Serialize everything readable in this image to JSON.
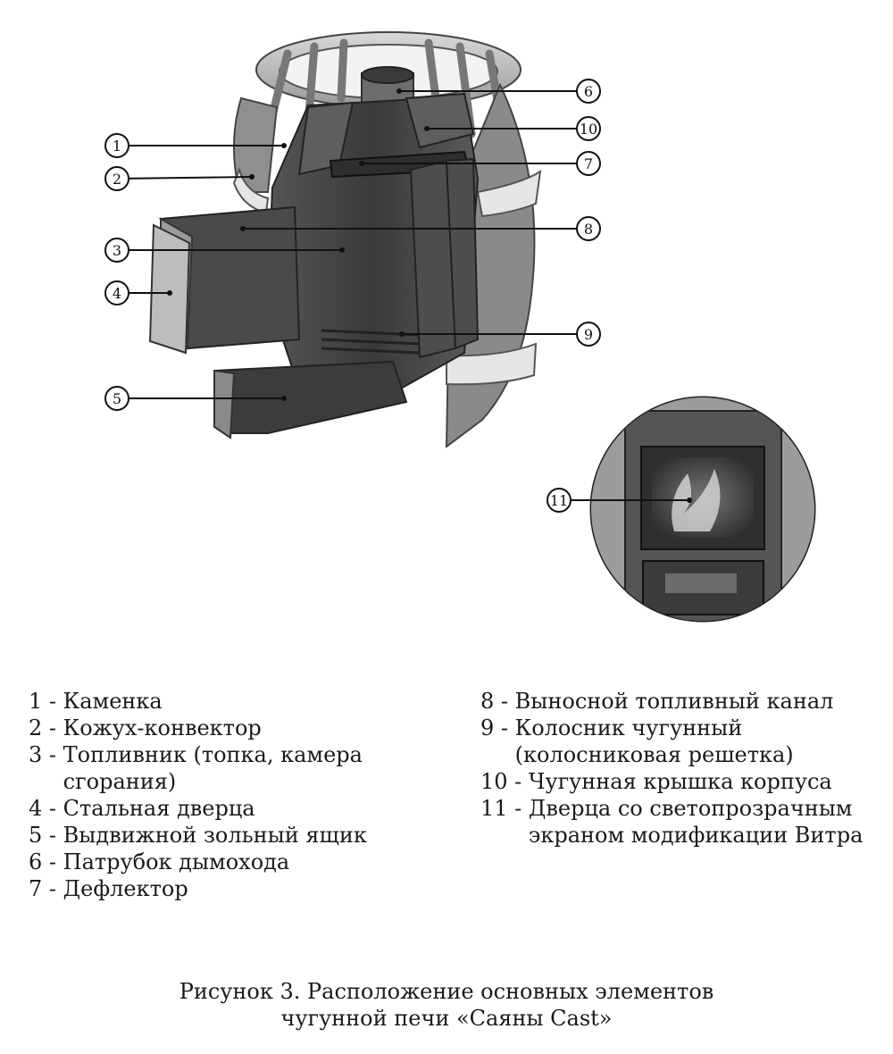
{
  "callouts": [
    {
      "id": "1",
      "label": "1"
    },
    {
      "id": "2",
      "label": "2"
    },
    {
      "id": "3",
      "label": "3"
    },
    {
      "id": "4",
      "label": "4"
    },
    {
      "id": "5",
      "label": "5"
    },
    {
      "id": "6",
      "label": "6"
    },
    {
      "id": "7",
      "label": "7"
    },
    {
      "id": "8",
      "label": "8"
    },
    {
      "id": "9",
      "label": "9"
    },
    {
      "id": "10",
      "label": "10"
    },
    {
      "id": "11",
      "label": "11"
    }
  ],
  "legend": {
    "left": [
      {
        "num": "1 - ",
        "text": "Каменка"
      },
      {
        "num": "2 - ",
        "text": "Кожух-конвектор"
      },
      {
        "num": "3 - ",
        "text": "Топливник (топка, камера сгорания)"
      },
      {
        "num": "4 - ",
        "text": "Стальная дверца"
      },
      {
        "num": "5 - ",
        "text": "Выдвижной зольный ящик"
      },
      {
        "num": "6 - ",
        "text": "Патрубок дымохода"
      },
      {
        "num": "7 - ",
        "text": "Дефлектор"
      }
    ],
    "right": [
      {
        "num": "8 - ",
        "text": "Выносной топливный канал"
      },
      {
        "num": "9 - ",
        "text": "Колосник чугунный (колосниковая решетка)"
      },
      {
        "num": "10 - ",
        "text": "Чугунная крышка корпуса"
      },
      {
        "num": "11 - ",
        "text": "Дверца со светопрозрачным экраном модификации Витра"
      }
    ]
  },
  "caption": {
    "line1": "Рисунок 3. Расположение основных элементов",
    "line2": "чугунной печи «Саяны Cast»"
  },
  "colors": {
    "stove_dark": "#3f3f3f",
    "stove_mid": "#6b6b6b",
    "stove_light": "#a9a9a9",
    "steel": "#c8c8c8"
  }
}
